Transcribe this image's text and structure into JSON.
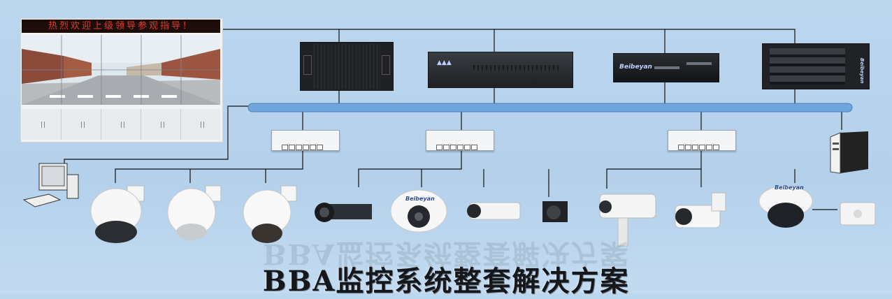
{
  "led_banner": "热烈欢迎上级领导参观指导！",
  "footer_title": "BBA监控系统整套解决方案",
  "camera_brand": "Beibeyan",
  "colors": {
    "background": "#b8d3ec",
    "backbone": "#6fa4dc",
    "led_text": "#e23a2a"
  }
}
